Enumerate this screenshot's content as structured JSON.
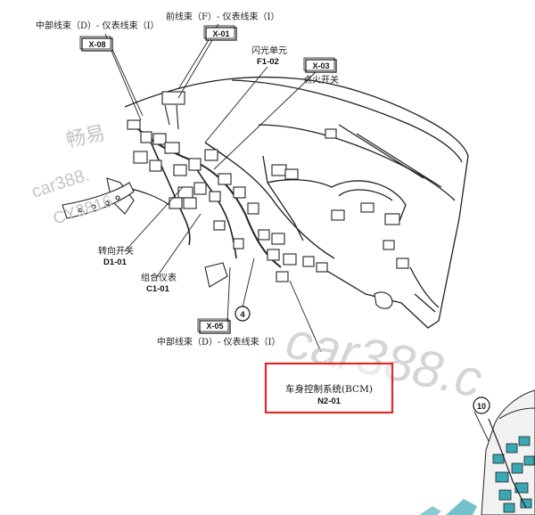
{
  "labels": {
    "front_harness": "前线束（F）- 仪表线束（I）",
    "mid_harness_top": "中部线束（D）- 仪表线束（I）",
    "mid_harness_bottom": "中部线束（D）- 仪表线束（I）",
    "flasher_unit": "闪光单元",
    "flasher_code": "F1-02",
    "ignition_switch": "点火开关",
    "turn_switch": "转向开关",
    "turn_switch_code": "D1-01",
    "combo_meter": "组合仪表",
    "combo_meter_code": "C1-01",
    "bcm": "车身控制系统(BCM)",
    "bcm_code": "N2-01"
  },
  "connector_boxes": {
    "x08": "X-08",
    "x01": "X-01",
    "x03": "X-03",
    "x05": "X-05"
  },
  "callouts": {
    "c4": "4",
    "c10": "10"
  },
  "watermarks": {
    "chinese": "畅易",
    "site_small": "car388.",
    "phone": "CY3816",
    "site_large": "car388.c"
  },
  "colors": {
    "highlight_box": "#e0282a",
    "line": "#222222",
    "panel_accent": "#3aa7b5"
  }
}
